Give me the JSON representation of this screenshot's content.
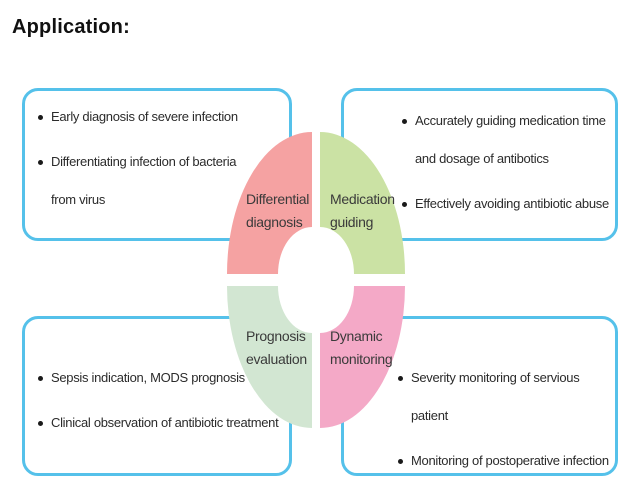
{
  "title": "Application:",
  "colors": {
    "box_border": "#55c1ea",
    "background": "#ffffff",
    "text": "#2b2b2b"
  },
  "donut": {
    "quadrants": [
      {
        "id": "differential-diagnosis",
        "label": "Differential\ndiagnosis",
        "color": "#f5a2a2"
      },
      {
        "id": "medication-guiding",
        "label": "Medication\nguiding",
        "color": "#cbe2a4"
      },
      {
        "id": "prognosis-evaluation",
        "label": "Prognosis\nevaluation",
        "color": "#d2e6d2"
      },
      {
        "id": "dynamic-monitoring",
        "label": "Dynamic\nmonitoring",
        "color": "#f4a9c7"
      }
    ]
  },
  "boxes": {
    "top_left": {
      "items": [
        "Early diagnosis of severe infection",
        "Differentiating infection of bacteria\nfrom virus"
      ]
    },
    "top_right": {
      "items": [
        "Accurately guiding medication time\nand dosage of antibotics",
        "Effectively avoiding antibiotic abuse"
      ]
    },
    "bottom_left": {
      "items": [
        "Sepsis indication, MODS prognosis",
        "Clinical observation of antibiotic treatment"
      ]
    },
    "bottom_right": {
      "items": [
        "Severity monitoring of servious patient",
        "Monitoring of postoperative infection"
      ]
    }
  }
}
